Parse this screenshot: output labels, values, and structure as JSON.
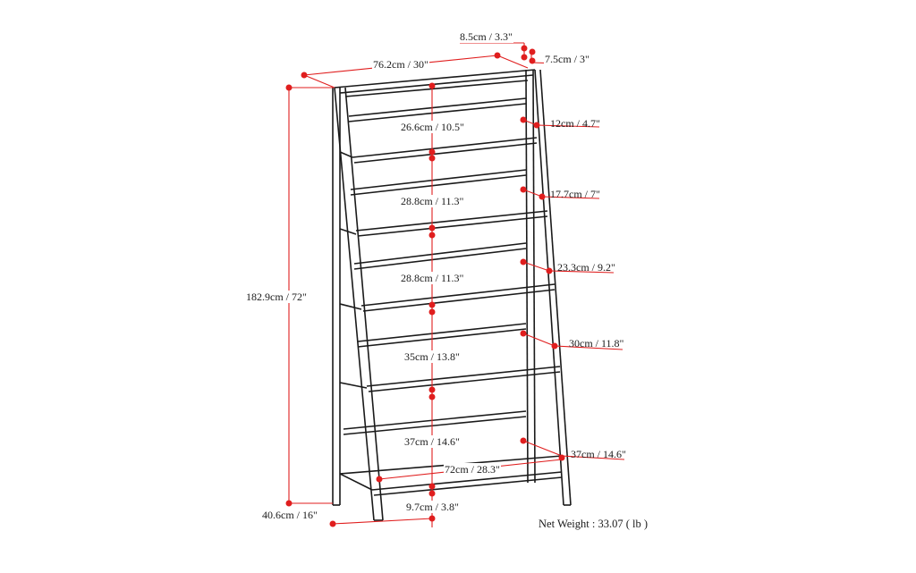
{
  "diagram": {
    "type": "product-dimension-drawing",
    "subject": "ladder bookshelf (5 shelves)",
    "accent_color": "#e01e1e",
    "line_color": "#1a1a1a"
  },
  "dimensions": {
    "top_width": "76.2cm / 30\"",
    "top_rail_depth": "8.5cm / 3.3\"",
    "leg_width": "7.5cm / 3\"",
    "total_height": "182.9cm / 72\"",
    "base_depth": "40.6cm / 16\"",
    "shelf_gaps": [
      "26.6cm / 10.5\"",
      "28.8cm / 11.3\"",
      "28.8cm / 11.3\"",
      "35cm / 13.8\"",
      "37cm / 14.6\""
    ],
    "shelf_depths": [
      "12cm / 4.7\"",
      "17.7cm / 7\"",
      "23.3cm / 9.2\"",
      "30cm / 11.8\"",
      "37cm / 14.6\""
    ],
    "bottom_shelf_width": "72cm / 28.3\"",
    "bottom_clearance": "9.7cm / 3.8\""
  },
  "footer": {
    "net_weight": "Net Weight : 33.07 ( lb )"
  }
}
